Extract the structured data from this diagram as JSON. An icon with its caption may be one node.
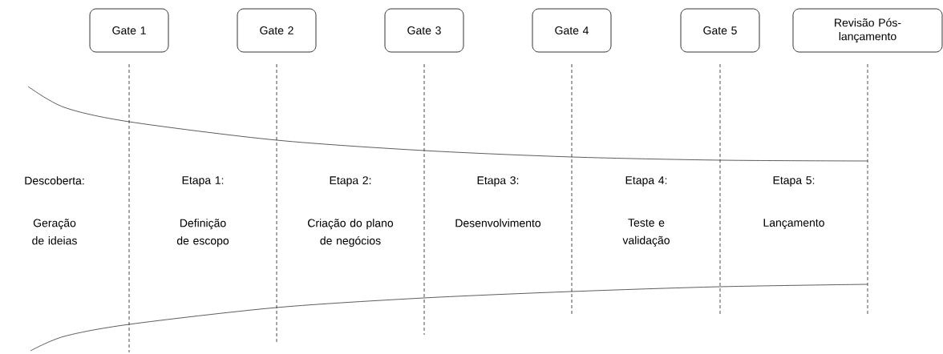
{
  "diagram": {
    "nodes": [
      {
        "text": [
          "Gate 1"
        ]
      },
      {
        "text": [
          "Gate 2"
        ]
      },
      {
        "text": [
          "Gate 3"
        ]
      },
      {
        "text": [
          "Gate 4"
        ]
      },
      {
        "text": [
          "Gate 5"
        ]
      },
      {
        "text": [
          "Revisão Pós-lançamento"
        ]
      }
    ],
    "labels": [
      "Descoberta:",
      "Etapa 1:",
      "Etapa 2:",
      "Etapa 3:",
      "Etapa 4:",
      "Etapa 5:",
      "Geração de ideias",
      "Definição de escopo",
      "Criação do plano de negócios",
      "Desenvolvimento",
      "Teste e validação",
      "Lançamento"
    ]
  }
}
